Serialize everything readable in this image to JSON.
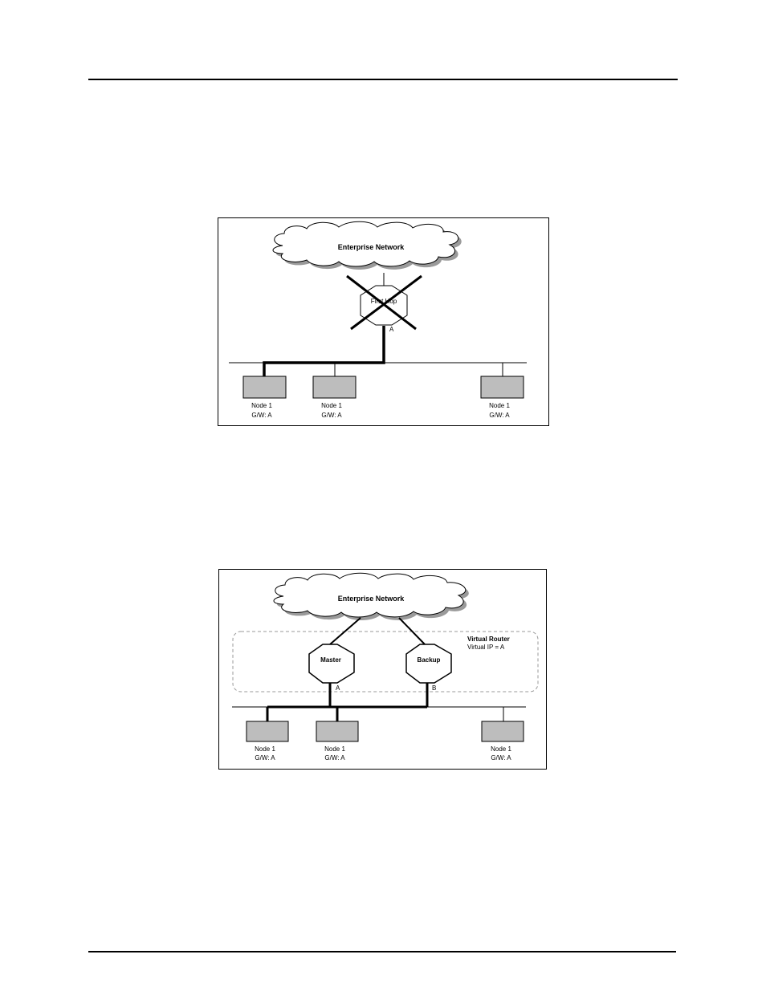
{
  "figure1": {
    "cloud_label": "Enterprise Network",
    "router_label": "First Hop",
    "interface_label": "A",
    "nodes": [
      {
        "name": "Node 1",
        "gateway": "G/W: A"
      },
      {
        "name": "Node 1",
        "gateway": "G/W: A"
      },
      {
        "name": "Node 1",
        "gateway": "G/W: A"
      }
    ]
  },
  "figure2": {
    "cloud_label": "Enterprise Network",
    "virtual_router": {
      "title": "Virtual Router",
      "ip": "Virtual IP = A"
    },
    "master": {
      "label": "Master",
      "interface": "A"
    },
    "backup": {
      "label": "Backup",
      "interface": "B"
    },
    "nodes": [
      {
        "name": "Node 1",
        "gateway": "G/W: A"
      },
      {
        "name": "Node 1",
        "gateway": "G/W: A"
      },
      {
        "name": "Node 1",
        "gateway": "G/W: A"
      }
    ]
  }
}
